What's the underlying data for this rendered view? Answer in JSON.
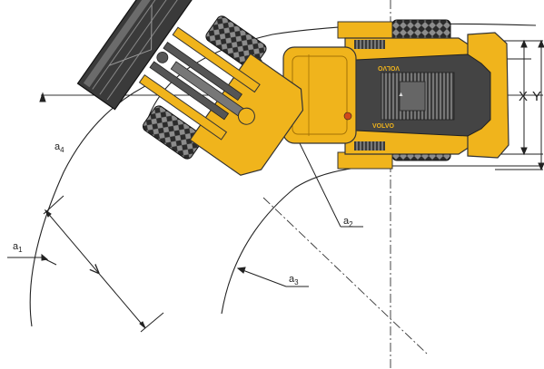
{
  "brand": "VOLVO",
  "colors": {
    "body": "#f0b41c",
    "body_dark": "#c98d0a",
    "tire": "#2b2b2b",
    "tire_tread": "#9a9a9a",
    "bucket": "#3a3a3a",
    "bucket_light": "#6b6b6b",
    "cab_roof": "#4a4a4a",
    "line": "#222222"
  },
  "labels": {
    "a1": {
      "letter": "a",
      "sub": "1"
    },
    "a2": {
      "letter": "a",
      "sub": "2"
    },
    "a3": {
      "letter": "a",
      "sub": "3"
    },
    "a4": {
      "letter": "a",
      "sub": "4"
    },
    "v": "V",
    "x": "X",
    "y": "Y"
  }
}
